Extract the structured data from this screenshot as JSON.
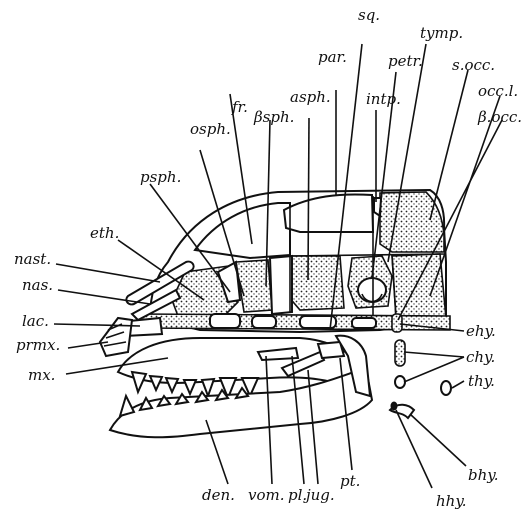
{
  "labels": {
    "sq": "sq.",
    "tymp": "tymp.",
    "par": "par.",
    "petr": "petr.",
    "s_occ": "s.occ.",
    "asph": "asph.",
    "intp": "intp.",
    "occ_l": "occ.l.",
    "osph": "osph.",
    "fr": "fr.",
    "bsph": "βsph.",
    "b_occ": "β.occ.",
    "psph": "psph.",
    "eth": "eth.",
    "nast": "nast.",
    "nas": "nas.",
    "lac": "lac.",
    "prmx": "prmx.",
    "mx": "mx.",
    "ehy": "ehy.",
    "chy": "chy.",
    "thy": "thy.",
    "bhy": "bhy.",
    "hhy": "hhy.",
    "pt": "pt.",
    "den": "den.",
    "vom": "vom.",
    "pl": "pl.",
    "jug": "jug."
  }
}
